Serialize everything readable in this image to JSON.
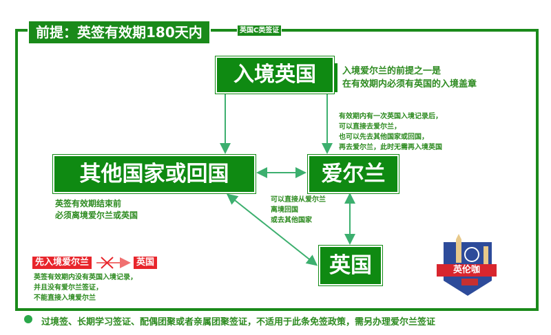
{
  "title": "前提：英签有效期180天内",
  "tag": "英国C类签证",
  "nodes": {
    "enter_uk": "入境英国",
    "other": "其他国家或回国",
    "ireland": "爱尔兰",
    "uk": "英国"
  },
  "notes": {
    "premise": [
      "入境爱尔兰的前提之一是",
      "在有效期内必须有英国的入境盖章"
    ],
    "record": [
      "有效期内有一次英国入境记录后，",
      "可以直接去爱尔兰，",
      "也可以先去其他国家或回国，",
      "再去爱尔兰，此时无需再入境英国"
    ],
    "leave": [
      "英签有效期结束前",
      "必须离境爱尔兰或英国"
    ],
    "from_ireland": [
      "可以直接从爱尔兰",
      "离境回国",
      "或去其他国家"
    ],
    "invalid": [
      "英签有效期内没有英国入境记录，",
      "并且没有爱尔兰签证，",
      "不能直接入境爱尔兰"
    ]
  },
  "wrong_path": {
    "from": "先入境爱尔兰",
    "to": "英国"
  },
  "logo": {
    "text": "英伦咖"
  },
  "bottom_note": "过境签、长期学习签证、配偶团聚或者亲属团聚签证，不适用于此条免签政策，需另办理爱尔兰签证",
  "colors": {
    "green": "#0f8a12",
    "arrow": "#3caf6e",
    "red": "#e8252b"
  }
}
